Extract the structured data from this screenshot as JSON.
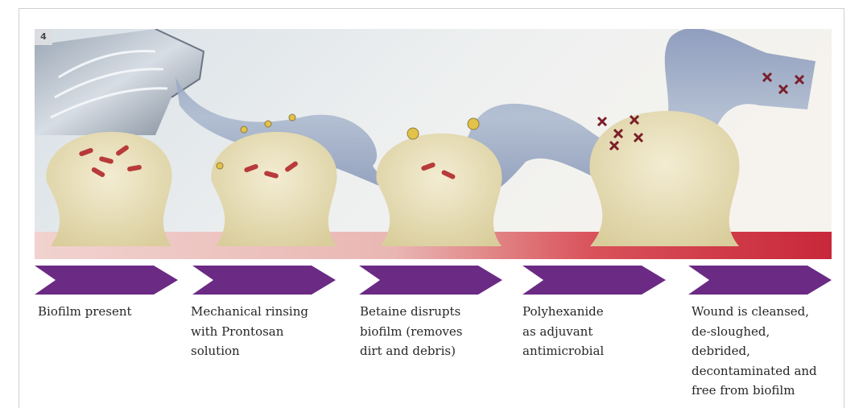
{
  "figure": {
    "number": "4",
    "colors": {
      "arrow": "#6b2a84",
      "tissue": "#e7ddb4",
      "wound_bed": "#c8283a",
      "tube": "#9aa8c2",
      "bacteria": "#b83a3a"
    }
  },
  "steps": [
    {
      "label": "Biofilm present"
    },
    {
      "label": "Mechanical rinsing\nwith Prontosan\nsolution"
    },
    {
      "label": "Betaine disrupts\nbiofilm (removes\ndirt and debris)"
    },
    {
      "label": "Polyhexanide\nas adjuvant\nantimicrobial"
    },
    {
      "label": "Wound is cleansed,\nde-sloughed, debrided,\ndecontaminated and\nfree from biofilm"
    }
  ]
}
